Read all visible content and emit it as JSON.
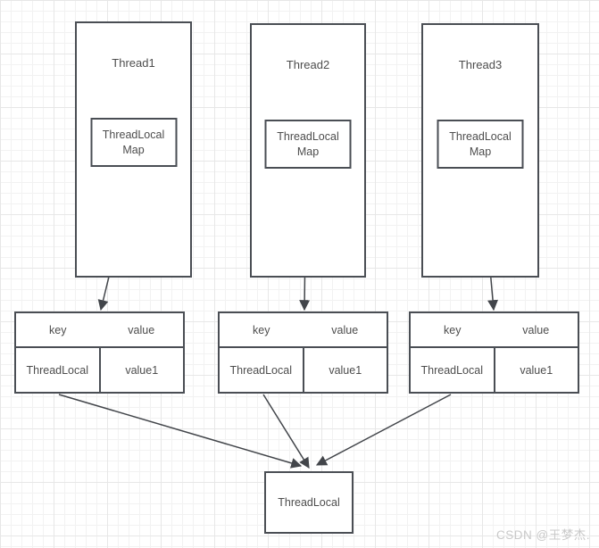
{
  "diagram": {
    "threads": [
      {
        "label": "Thread1",
        "map_label": "ThreadLocal Map"
      },
      {
        "label": "Thread2",
        "map_label": "ThreadLocal Map"
      },
      {
        "label": "Thread3",
        "map_label": "ThreadLocal Map"
      }
    ],
    "tables": [
      {
        "header_key": "key",
        "header_value": "value",
        "row_key": "ThreadLocal",
        "row_value": "value1"
      },
      {
        "header_key": "key",
        "header_value": "value",
        "row_key": "ThreadLocal",
        "row_value": "value1"
      },
      {
        "header_key": "key",
        "header_value": "value",
        "row_key": "ThreadLocal",
        "row_value": "value1"
      }
    ],
    "shared_box": {
      "label": "ThreadLocal"
    }
  },
  "watermark": {
    "text": "CSDN @王梦杰."
  },
  "colors": {
    "shape_stroke": "#4a4e54",
    "text": "#4d4d4d",
    "arrow": "#42454a",
    "watermark": "#c9c9c9",
    "canvas_bg": "#ffffff",
    "grid_minor": "#f2f2f2",
    "grid_major": "#e7e7e7"
  }
}
